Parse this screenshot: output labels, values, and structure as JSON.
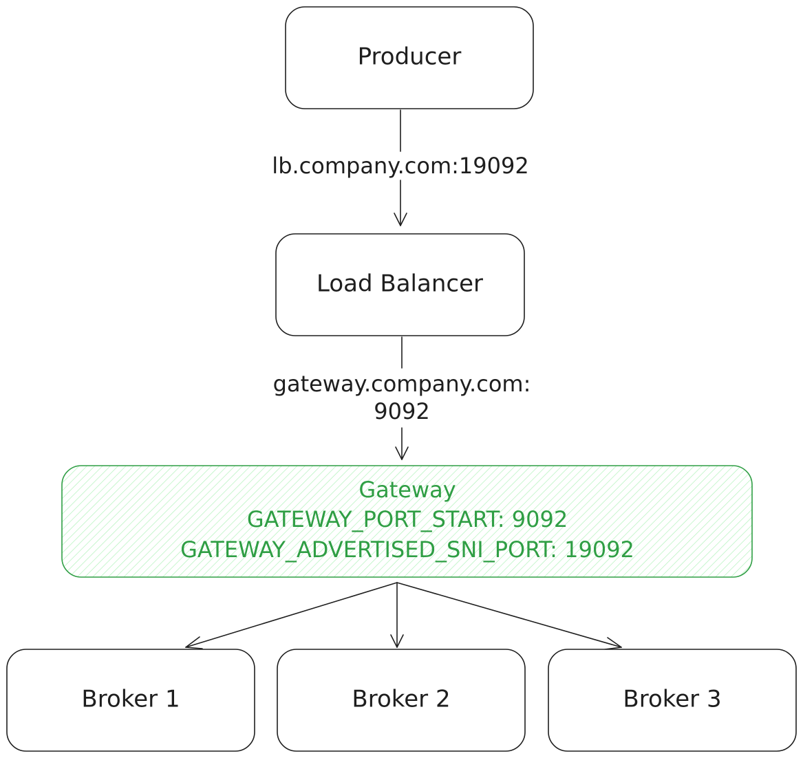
{
  "colors": {
    "stroke": "#1e1e1e",
    "gateway_stroke": "#2f9e44",
    "gateway_fill_hatch": "#b2f2bb",
    "gateway_text": "#2f9e44"
  },
  "nodes": {
    "producer": {
      "label": "Producer"
    },
    "load_balancer": {
      "label": "Load Balancer"
    },
    "gateway": {
      "lines": [
        "Gateway",
        "GATEWAY_PORT_START: 9092",
        "GATEWAY_ADVERTISED_SNI_PORT: 19092"
      ]
    },
    "broker_1": {
      "label": "Broker 1"
    },
    "broker_2": {
      "label": "Broker 2"
    },
    "broker_3": {
      "label": "Broker 3"
    }
  },
  "edges": {
    "producer_to_lb": {
      "label": "lb.company.com:19092"
    },
    "lb_to_gateway": {
      "label_lines": [
        "gateway.company.com:",
        "9092"
      ]
    }
  }
}
